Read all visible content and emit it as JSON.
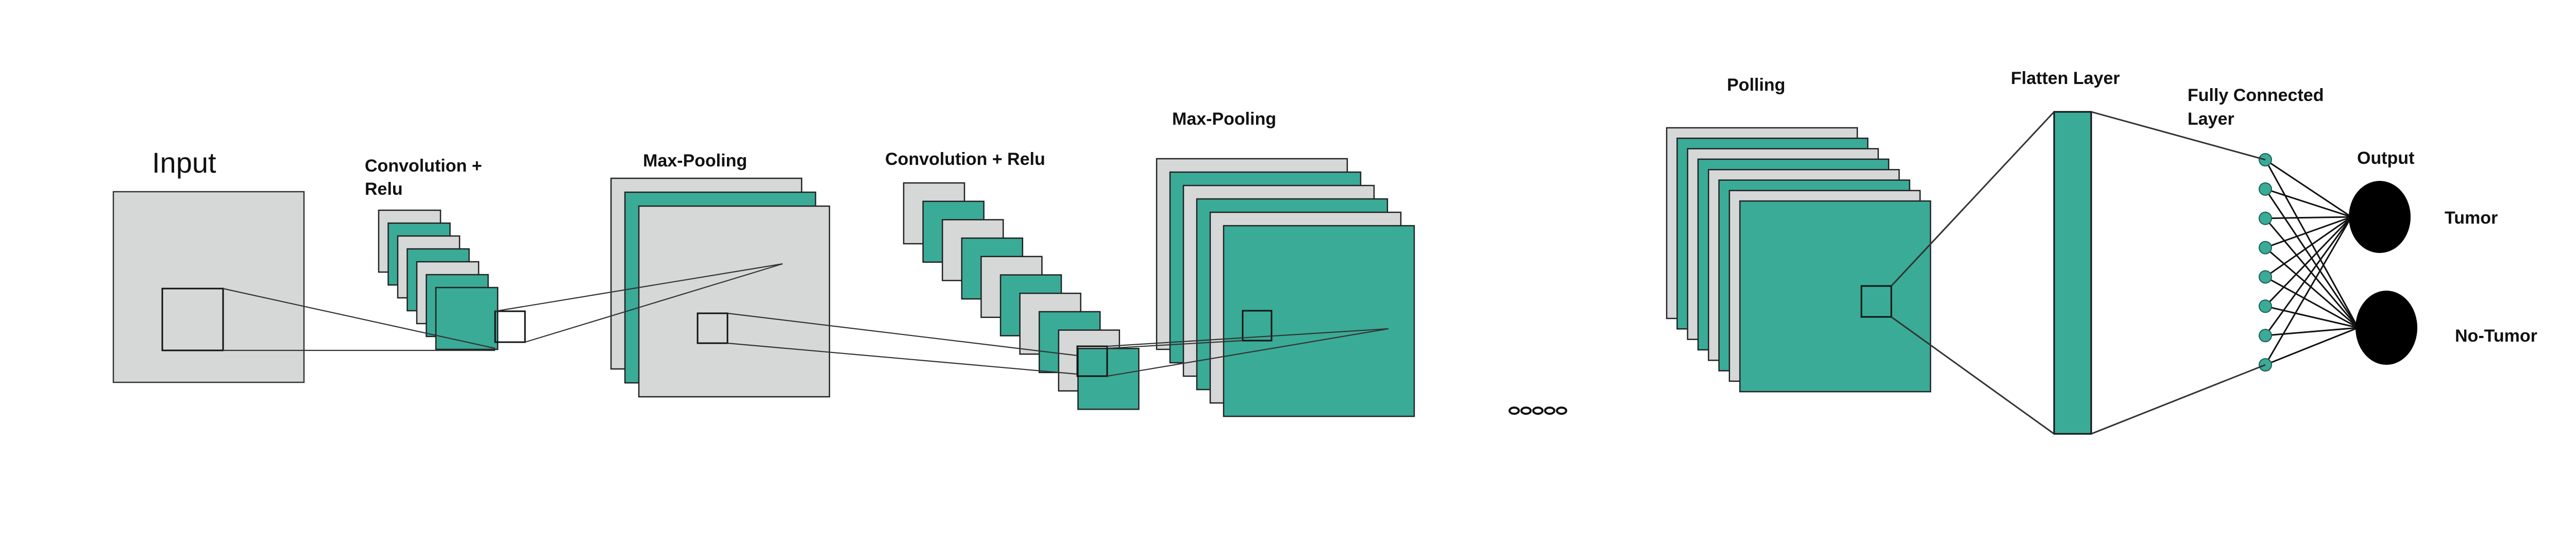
{
  "colors": {
    "teal": "#3aab97",
    "gray": "#d6d8d8",
    "stroke": "#111111",
    "background": "#ffffff"
  },
  "labels": {
    "input": "Input",
    "conv1_line1": "Convolution +",
    "conv1_line2": "Relu",
    "maxpool1": "Max-Pooling",
    "conv2": "Convolution + Relu",
    "maxpool2": "Max-Pooling",
    "polling": "Polling",
    "flatten": "Flatten Layer",
    "fc_line1": "Fully Connected",
    "fc_line2": "Layer",
    "output": "Output",
    "tumor": "Tumor",
    "no_tumor": "No-Tumor"
  },
  "stages": [
    {
      "id": "input",
      "feature_maps": 1
    },
    {
      "id": "conv1",
      "feature_maps": 7
    },
    {
      "id": "maxpool1",
      "feature_maps": 3
    },
    {
      "id": "conv2",
      "feature_maps": 10
    },
    {
      "id": "maxpool2",
      "feature_maps": 6
    },
    {
      "id": "polling",
      "feature_maps": 8
    },
    {
      "id": "flatten",
      "feature_maps": 1
    },
    {
      "id": "fully_connected",
      "neurons": 8
    },
    {
      "id": "output",
      "neurons": 2
    }
  ],
  "ellipsis_dots": 5
}
